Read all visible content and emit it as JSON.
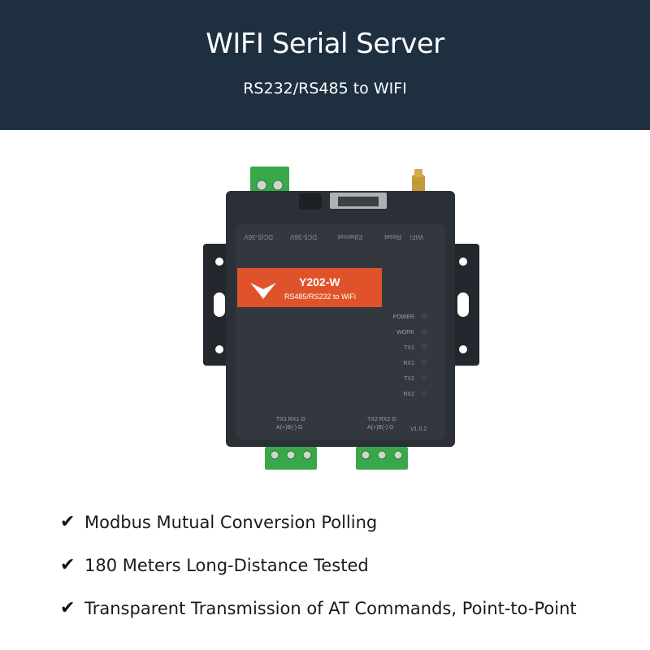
{
  "header": {
    "title": "WIFI Serial Server",
    "subtitle": "RS232/RS485 to WIFI"
  },
  "device": {
    "model": "Y202-W",
    "description": "RS485/RS232 to WiFi",
    "top_labels": [
      "DC(5-36V",
      "DC5-36V",
      "Ethernet",
      "Reset",
      "WiFi"
    ],
    "leds": [
      "POWER",
      "WORK",
      "TX1",
      "RX1",
      "TX2",
      "RX2"
    ],
    "port1_line1": "TX1 RX1 G",
    "port1_line2": "A(+)B(-) G",
    "port2_line1": "TX2 RX2 G",
    "port2_line2": "A(+)B(-) G",
    "version": "V1.0.2",
    "label_color": "#e0532a",
    "body_color": "#2b2f36",
    "terminal_color": "#3aa84a"
  },
  "features": [
    {
      "check": "✔",
      "text": "Modbus Mutual Conversion Polling"
    },
    {
      "check": "✔",
      "text": "180 Meters Long-Distance Tested"
    },
    {
      "check": "✔",
      "text": "Transparent Transmission of AT Commands, Point-to-Point"
    }
  ]
}
